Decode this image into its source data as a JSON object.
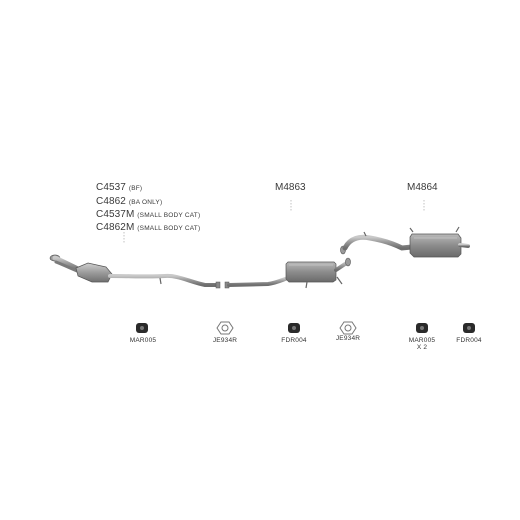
{
  "front_section": {
    "lines": [
      {
        "code": "C4537",
        "note": "(BF)"
      },
      {
        "code": "C4862",
        "note": "(BA ONLY)"
      },
      {
        "code": "C4537M",
        "note": "(SMALL BODY CAT)"
      },
      {
        "code": "C4862M",
        "note": "(SMALL BODY CAT)"
      }
    ]
  },
  "center_section": {
    "code": "M4863"
  },
  "rear_section": {
    "code": "M4864"
  },
  "fittings": [
    {
      "code": "MAR005",
      "icon": "rubber-mount-icon"
    },
    {
      "code": "JE934R",
      "icon": "gasket-icon"
    },
    {
      "code": "FDR004",
      "icon": "rubber-mount-icon"
    },
    {
      "code": "JE934R",
      "icon": "gasket-icon"
    },
    {
      "code": "MAR005",
      "qty": "X 2",
      "icon": "rubber-mount-icon"
    },
    {
      "code": "FDR004",
      "icon": "rubber-mount-icon"
    }
  ]
}
